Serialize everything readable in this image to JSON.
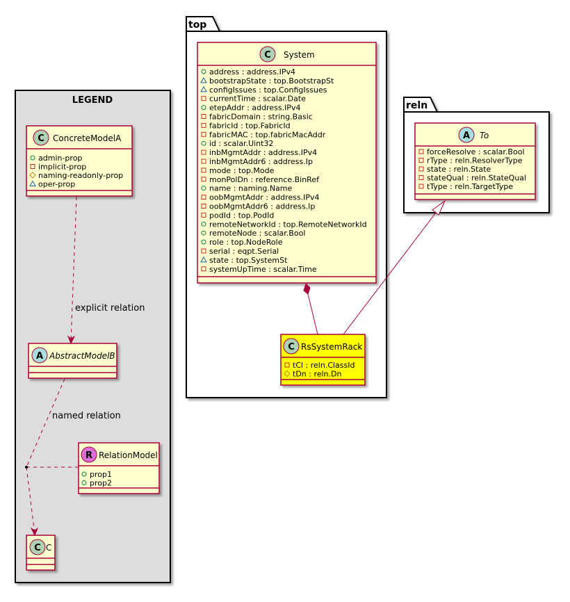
{
  "packages": {
    "top": {
      "label": "top"
    },
    "reln": {
      "label": "reln"
    }
  },
  "legend": {
    "title": "LEGEND",
    "concrete": {
      "name": "ConcreteModelA",
      "glyph": "C",
      "attrs": [
        {
          "vis": "public",
          "text": "admin-prop"
        },
        {
          "vis": "private",
          "text": "implicit-prop"
        },
        {
          "vis": "protected",
          "text": "naming-readonly-prop"
        },
        {
          "vis": "package",
          "text": "oper-prop"
        }
      ]
    },
    "abstract": {
      "name": "AbstractModelB",
      "glyph": "A"
    },
    "relation": {
      "name": "RelationModel",
      "glyph": "R",
      "attrs": [
        {
          "vis": "public",
          "text": "prop1"
        },
        {
          "vis": "public",
          "text": "prop2"
        }
      ]
    },
    "c": {
      "name": "C",
      "glyph": "C"
    },
    "explicit_label": "explicit relation",
    "named_label": "named relation"
  },
  "system": {
    "name": "System",
    "glyph": "C",
    "attrs": [
      {
        "vis": "public",
        "text": "address : address.IPv4"
      },
      {
        "vis": "package",
        "text": "bootstrapState : top.BootstrapSt"
      },
      {
        "vis": "package",
        "text": "configIssues : top.ConfigIssues"
      },
      {
        "vis": "private",
        "text": "currentTime : scalar.Date"
      },
      {
        "vis": "public",
        "text": "etepAddr : address.IPv4"
      },
      {
        "vis": "private",
        "text": "fabricDomain : string.Basic"
      },
      {
        "vis": "private",
        "text": "fabricId : top.FabricId"
      },
      {
        "vis": "private",
        "text": "fabricMAC : top.fabricMacAddr"
      },
      {
        "vis": "public",
        "text": "id : scalar.Uint32"
      },
      {
        "vis": "private",
        "text": "inbMgmtAddr : address.IPv4"
      },
      {
        "vis": "private",
        "text": "inbMgmtAddr6 : address.Ip"
      },
      {
        "vis": "private",
        "text": "mode : top.Mode"
      },
      {
        "vis": "private",
        "text": "monPolDn : reference.BinRef"
      },
      {
        "vis": "public",
        "text": "name : naming.Name"
      },
      {
        "vis": "private",
        "text": "oobMgmtAddr : address.IPv4"
      },
      {
        "vis": "private",
        "text": "oobMgmtAddr6 : address.Ip"
      },
      {
        "vis": "private",
        "text": "podId : top.PodId"
      },
      {
        "vis": "public",
        "text": "remoteNetworkId : top.RemoteNetworkId"
      },
      {
        "vis": "public",
        "text": "remoteNode : scalar.Bool"
      },
      {
        "vis": "public",
        "text": "role : top.NodeRole"
      },
      {
        "vis": "private",
        "text": "serial : eqpt.Serial"
      },
      {
        "vis": "package",
        "text": "state : top.SystemSt"
      },
      {
        "vis": "private",
        "text": "systemUpTime : scalar.Time"
      }
    ]
  },
  "rack": {
    "name": "RsSystemRack",
    "glyph": "C",
    "attrs": [
      {
        "vis": "private",
        "text": "tCl : reln.ClassId"
      },
      {
        "vis": "protected",
        "text": "tDn : reln.Dn"
      }
    ]
  },
  "to": {
    "name": "To",
    "glyph": "A",
    "attrs": [
      {
        "vis": "private",
        "text": "forceResolve : scalar.Bool"
      },
      {
        "vis": "private",
        "text": "rType : reln.ResolverType"
      },
      {
        "vis": "private",
        "text": "state : reln.State"
      },
      {
        "vis": "private",
        "text": "stateQual : reln.StateQual"
      },
      {
        "vis": "private",
        "text": "tType : reln.TargetType"
      }
    ]
  },
  "colors": {
    "class_fill": "#FEFECE",
    "class_border": "#A80036",
    "highlight_fill": "#FFFF00",
    "legend_fill": "#DDDDDD",
    "circle_c": "#ADD1B2",
    "circle_a": "#A9DCDF",
    "circle_r": "#DA70D6"
  }
}
